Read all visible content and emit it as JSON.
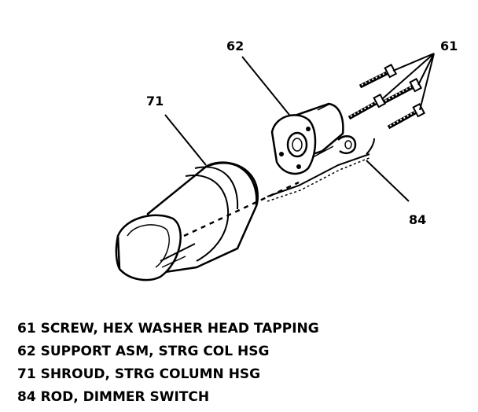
{
  "diagram": {
    "callouts": {
      "c61": "61",
      "c62": "62",
      "c71": "71",
      "c84": "84"
    }
  },
  "legend": [
    "61 SCREW, HEX WASHER HEAD TAPPING",
    "62 SUPPORT ASM, STRG COL HSG",
    "71 SHROUD, STRG COLUMN HSG",
    "84 ROD, DIMMER SWITCH"
  ]
}
